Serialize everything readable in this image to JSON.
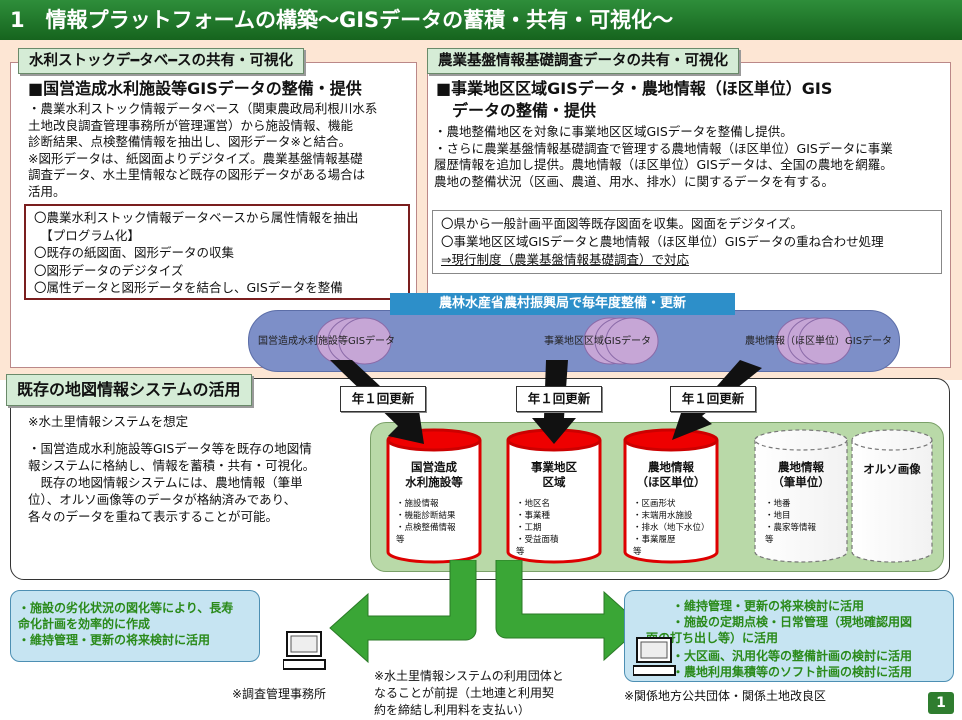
{
  "title": "1　情報プラットフォームの構築～GISデータの蓄積・共有・可視化～",
  "left_section": {
    "label": "水利ストックデ━タベ━スの共有・可視化",
    "heading": "■国営造成水利施設等GISデータの整備・提供",
    "body": [
      "・農業水利ストック情報データベース（関東農政局利根川水系",
      "土地改良調査管理事務所が管理運営）から施設情報、機能",
      "診断結果、点検整備情報を抽出し、図形データ※と結合。",
      "※図形データは、紙図面よりデジタイズ。農業基盤情報基礎",
      "調査データ、水土里情報など既存の図形データがある場合は",
      "活用。"
    ],
    "box": [
      "〇農業水利ストック情報データベースから属性情報を抽出",
      "　【プログラム化】",
      "〇既存の紙図面、図形データの収集",
      "〇図形データのデジタイズ",
      "〇属性データと図形データを結合し、GISデータを整備"
    ]
  },
  "right_section": {
    "label": "農業基盤情報基礎調査データの共有・可視化",
    "heading_line1": "■事業地区区域GISデータ・農地情報（ほ区単位）GIS",
    "heading_line2": "　データの整備・提供",
    "body": [
      "・農地整備地区を対象に事業地区区域GISデータを整備し提供。",
      "・さらに農業基盤情報基礎調査で管理する農地情報（ほ区単位）GISデータに事業",
      "履歴情報を追加し提供。農地情報（ほ区単位）GISデータは、全国の農地を網羅。",
      "農地の整備状況（区画、農道、用水、排水）に関するデータを有する。"
    ],
    "box": [
      "〇県から一般計画平面図等既存図面を収集。図面をデジタイズ。",
      "〇事業地区区域GISデータと農地情報（ほ区単位）GISデータの重ね合わせ処理",
      "⇒現行制度（農業基盤情報基礎調査）で対応"
    ]
  },
  "maff": {
    "banner": "農林水産省農村振興局で毎年度整備・更新",
    "disks": [
      "国営造成水利施設等GISデータ",
      "事業地区区域GISデータ",
      "農地情報（ほ区単位）GISデータ"
    ]
  },
  "update_labels": [
    "年１回更新",
    "年１回更新",
    "年１回更新"
  ],
  "system_section": {
    "label": "既存の地図情報システムの活用",
    "note": "※水土里情報システムを想定",
    "body": [
      "・国営造成水利施設等GISデータ等を既存の地図情",
      "報システムに格納し、情報を蓄積・共有・可視化。",
      "　既存の地図情報システムには、農地情報（筆単",
      "位）、オルソ画像等のデータが格納済みであり、",
      "各々のデータを重ねて表示することが可能。"
    ]
  },
  "cylinders": [
    {
      "title": "国営造成\n水利施設等",
      "items": [
        "・施設情報",
        "・機能診断結果",
        "・点検整備情報",
        "等"
      ]
    },
    {
      "title": "事業地区\n区域",
      "items": [
        "・地区名",
        "・事業種",
        "・工期",
        "・受益面積",
        "等"
      ]
    },
    {
      "title": "農地情報\n（ほ区単位）",
      "items": [
        "・区画形状",
        "・末端用水施設",
        "・排水（地下水位）",
        "・事業履歴",
        "等"
      ]
    },
    {
      "title": "農地情報\n（筆単位）",
      "items": [
        "・地番",
        "・地目",
        "・農家等情報",
        "等"
      ]
    },
    {
      "title": "オルソ画像",
      "items": []
    }
  ],
  "left_user": {
    "lines": [
      "・施設の劣化状況の図化等により、長寿",
      "命化計画を効率的に作成",
      "・維持管理・更新の将来検討に活用"
    ],
    "caption": "※調査管理事務所"
  },
  "right_user": {
    "lines": [
      "・維持管理・更新の将来検討に活用",
      "・施設の定期点検・日常管理（現地確認用図",
      "面の打ち出し等）に活用",
      "・大区画、汎用化等の整備計画の検討に活用",
      "・農地利用集積等のソフト計画の検討に活用"
    ],
    "caption": "※関係地方公共団体・関係土地改良区"
  },
  "center_note": [
    "※水土里情報システムの利用団体と",
    "なることが前提（土地連と利用契",
    "約を締結し利用料を支払い）"
  ],
  "page_number": "1"
}
